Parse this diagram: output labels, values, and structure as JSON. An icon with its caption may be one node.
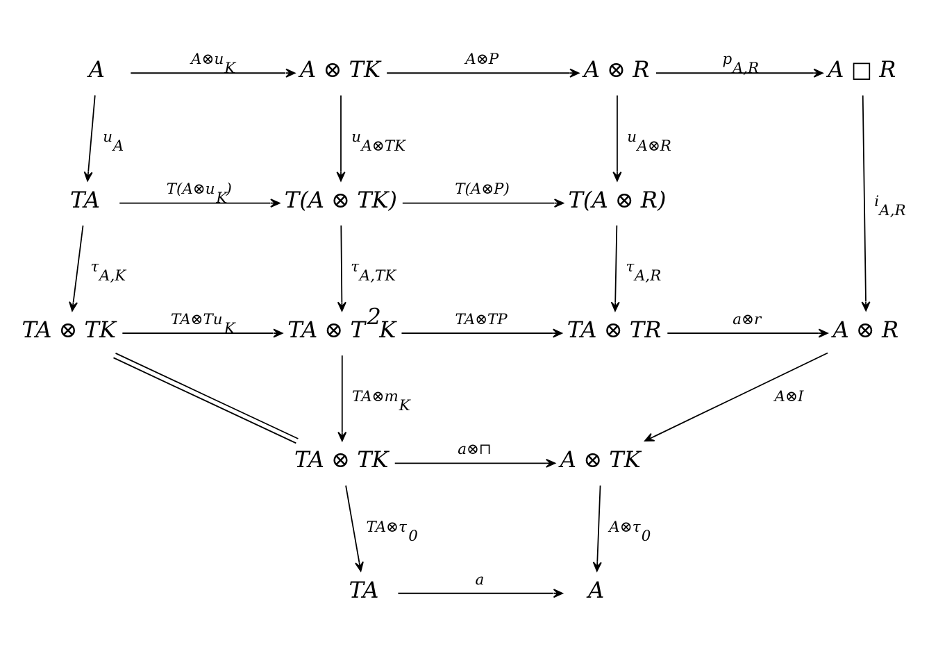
{
  "diagram": {
    "nodes": [
      {
        "text": [
          "A"
        ]
      },
      {
        "text": [
          "A ⊗ TK"
        ]
      },
      {
        "text": [
          "A ⊗ R"
        ]
      },
      {
        "text": [
          "A □ R"
        ]
      },
      {
        "text": [
          "TA"
        ]
      },
      {
        "text": [
          "T(A ⊗ TK)"
        ]
      },
      {
        "text": [
          "T(A ⊗ R)"
        ]
      },
      {
        "text": [
          "TA ⊗ TK"
        ]
      },
      {
        "text": [
          "TA ⊗ T$^{2}$K"
        ]
      },
      {
        "text": [
          "TA ⊗ TR"
        ]
      },
      {
        "text": [
          "A ⊗ R"
        ]
      },
      {
        "text": [
          "TA ⊗ TK"
        ]
      },
      {
        "text": [
          "A ⊗ TK"
        ]
      },
      {
        "text": [
          "TA"
        ]
      },
      {
        "text": [
          "A"
        ]
      }
    ],
    "edges": [
      {
        "from": 0,
        "to": 1,
        "arrow": "to",
        "label": "A⊗u$_{K}$"
      },
      {
        "from": 1,
        "to": 2,
        "arrow": "to",
        "label": "A⊗P"
      },
      {
        "from": 2,
        "to": 3,
        "arrow": "to",
        "label": "p$_{A,R}$"
      },
      {
        "from": 0,
        "to": 4,
        "arrow": "to",
        "label": "u$_{A}$"
      },
      {
        "from": 1,
        "to": 5,
        "arrow": "to",
        "label": "u$_{A⊗TK}$"
      },
      {
        "from": 2,
        "to": 6,
        "arrow": "to",
        "label": "u$_{A⊗R}$"
      },
      {
        "from": 3,
        "to": 10,
        "arrow": "to",
        "label": "i$_{A,R}$"
      },
      {
        "from": 4,
        "to": 5,
        "arrow": "to",
        "label": "T(A⊗u$_{K}$)"
      },
      {
        "from": 5,
        "to": 6,
        "arrow": "to",
        "label": "T(A⊗P)"
      },
      {
        "from": 4,
        "to": 7,
        "arrow": "to",
        "label": "τ$_{A,K}$"
      },
      {
        "from": 5,
        "to": 8,
        "arrow": "to",
        "label": "τ$_{A,TK}$"
      },
      {
        "from": 6,
        "to": 9,
        "arrow": "to",
        "label": "τ$_{A,R}$"
      },
      {
        "from": 7,
        "to": 8,
        "arrow": "to",
        "label": "TA⊗Tu$_{K}$"
      },
      {
        "from": 8,
        "to": 9,
        "arrow": "to",
        "label": "TA⊗TP"
      },
      {
        "from": 9,
        "to": 10,
        "arrow": "to",
        "label": "a⊗r"
      },
      {
        "from": 7,
        "to": 11,
        "arrow": "none"
      },
      {
        "from": 8,
        "to": 11,
        "arrow": "to",
        "label": "TA⊗m$_{K}$"
      },
      {
        "from": 10,
        "to": 12,
        "arrow": "to",
        "label": "A⊗I"
      },
      {
        "from": 11,
        "to": 12,
        "arrow": "to",
        "label": "a⊗⊓"
      },
      {
        "from": 11,
        "to": 13,
        "arrow": "to",
        "label": "TA⊗τ$_{0}$"
      },
      {
        "from": 12,
        "to": 14,
        "arrow": "to",
        "label": "A⊗τ$_{0}$"
      },
      {
        "from": 13,
        "to": 14,
        "arrow": "to",
        "label": "a"
      }
    ]
  }
}
